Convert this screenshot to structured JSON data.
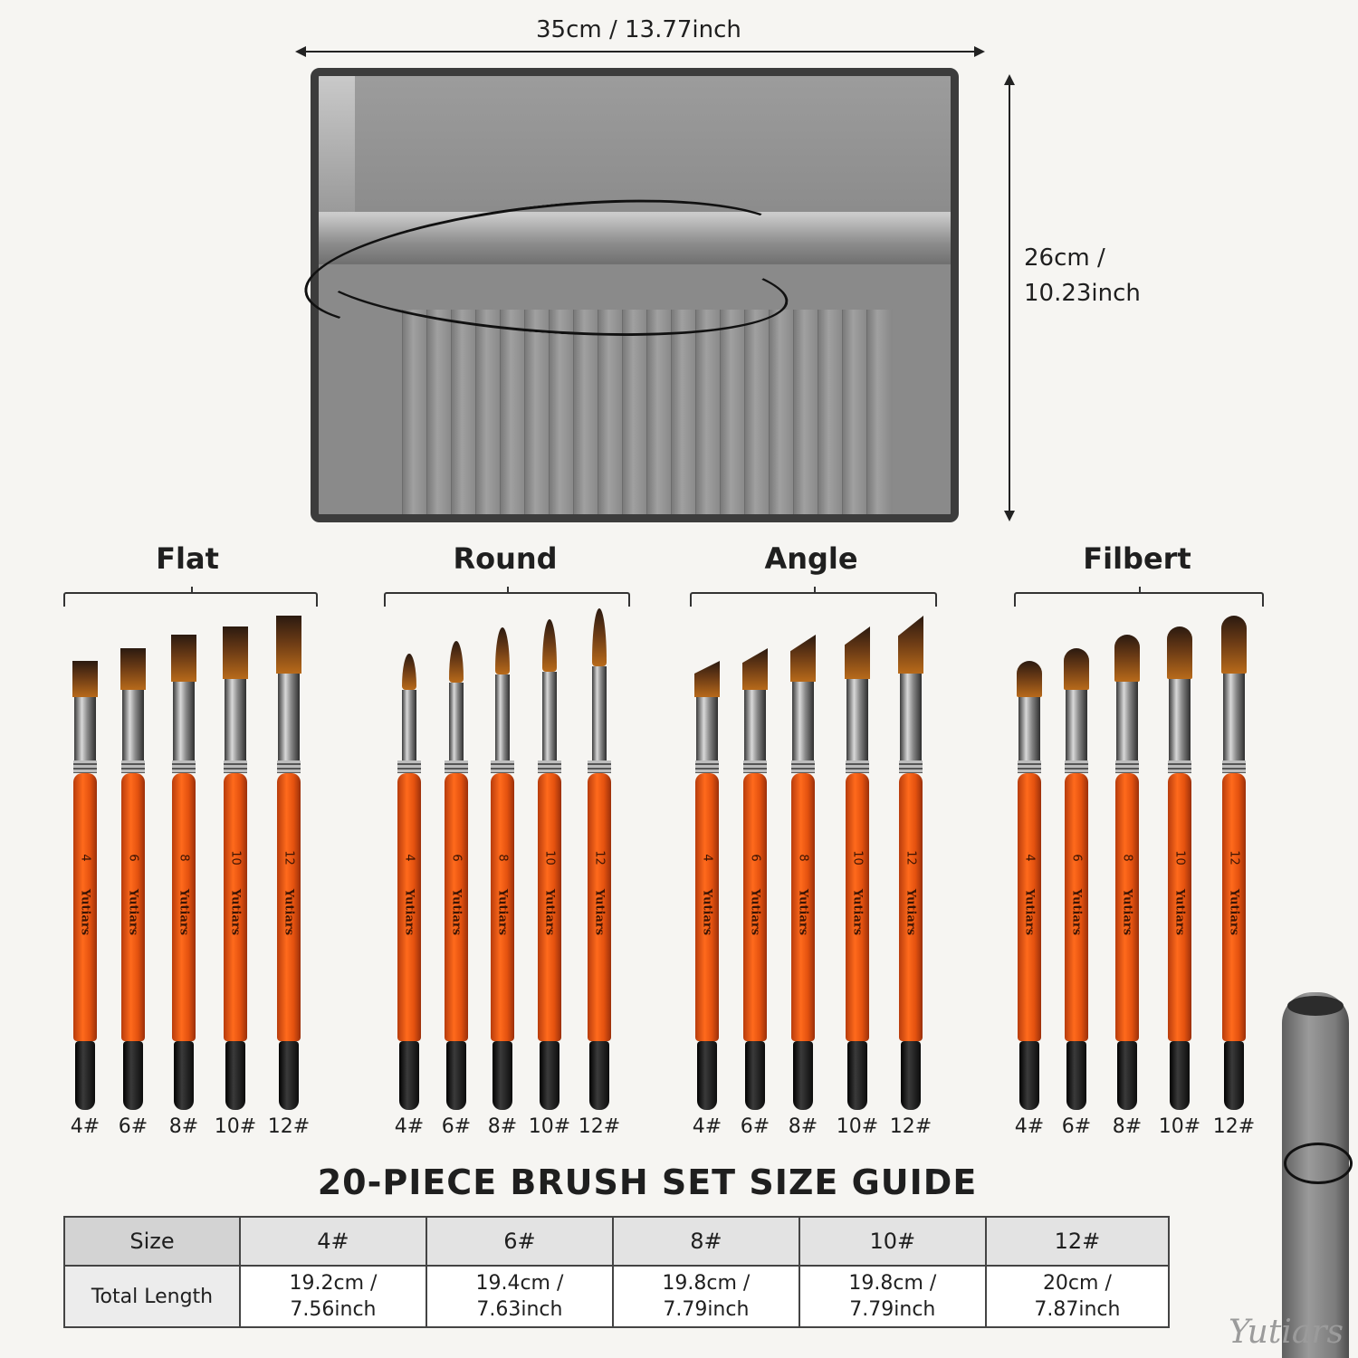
{
  "dimensions": {
    "width_label": "35cm / 13.77inch",
    "height_line1": "26cm /",
    "height_line2": "10.23inch"
  },
  "categories": [
    {
      "name": "Flat",
      "sizes": [
        "4#",
        "6#",
        "8#",
        "10#",
        "12#"
      ]
    },
    {
      "name": "Round",
      "sizes": [
        "4#",
        "6#",
        "8#",
        "10#",
        "12#"
      ]
    },
    {
      "name": "Angle",
      "sizes": [
        "4#",
        "6#",
        "8#",
        "10#",
        "12#"
      ]
    },
    {
      "name": "Filbert",
      "sizes": [
        "4#",
        "6#",
        "8#",
        "10#",
        "12#"
      ]
    }
  ],
  "handle": {
    "brand": "Yutiars",
    "numbers": [
      "4",
      "6",
      "8",
      "10",
      "12"
    ]
  },
  "guide": {
    "title": "20-PIECE BRUSH SET SIZE GUIDE",
    "header_label": "Size",
    "row_label": "Total Length",
    "columns": [
      {
        "size": "4#",
        "len1": "19.2cm /",
        "len2": "7.56inch"
      },
      {
        "size": "6#",
        "len1": "19.4cm /",
        "len2": "7.63inch"
      },
      {
        "size": "8#",
        "len1": "19.8cm /",
        "len2": "7.79inch"
      },
      {
        "size": "10#",
        "len1": "19.8cm /",
        "len2": "7.79inch"
      },
      {
        "size": "12#",
        "len1": "20cm /",
        "len2": "7.87inch"
      }
    ]
  },
  "brand": "Yutiars",
  "colors": {
    "handle": "#ff6a1c",
    "case": "#8a8a8a",
    "border": "#3c3c3c"
  }
}
